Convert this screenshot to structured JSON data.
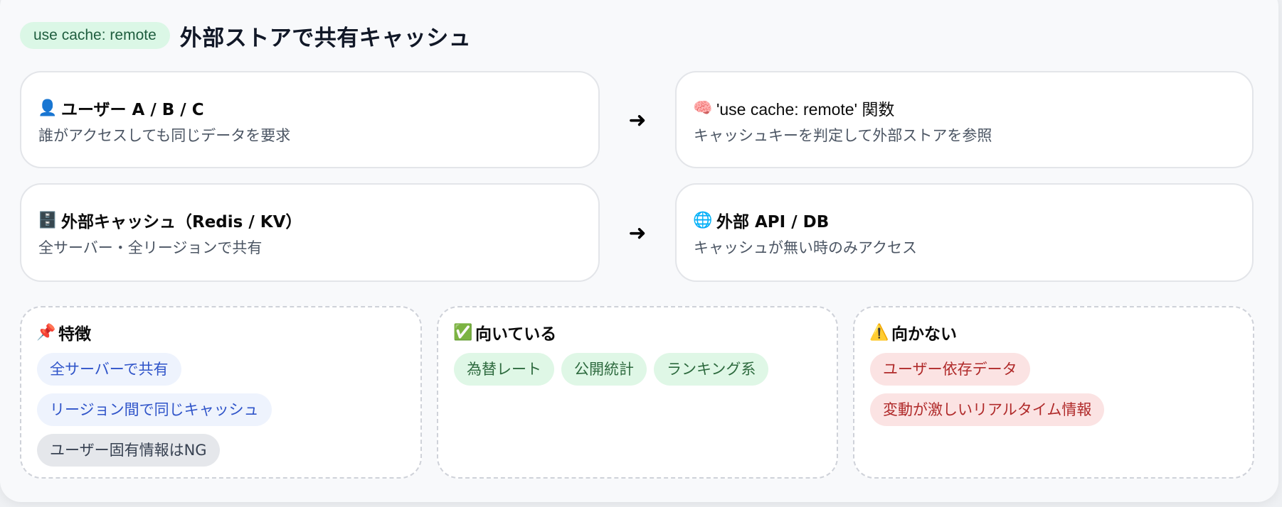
{
  "header": {
    "badge": "use cache: remote",
    "title": "外部ストアで共有キャッシュ"
  },
  "flow": {
    "arrow_glyph": "➜",
    "nodes": [
      {
        "icon": "user-icon",
        "icon_glyph": "👤",
        "title": "ユーザー A / B / C",
        "desc": "誰がアクセスしても同じデータを要求"
      },
      {
        "icon": "brain-icon",
        "icon_glyph": "🧠",
        "title": "'use cache: remote' 関数",
        "desc": "キャッシュキーを判定して外部ストアを参照"
      },
      {
        "icon": "file-cabinet-icon",
        "icon_glyph": "🗄️",
        "title": "外部キャッシュ（Redis / KV）",
        "desc": "全サーバー・全リージョンで共有"
      },
      {
        "icon": "globe-icon",
        "icon_glyph": "🌐",
        "title": "外部 API / DB",
        "desc": "キャッシュが無い時のみアクセス"
      }
    ]
  },
  "sections": [
    {
      "icon": "pushpin-icon",
      "icon_glyph": "📌",
      "title": "特徴",
      "pills": [
        {
          "label": "全サーバーで共有",
          "tone": "blue"
        },
        {
          "label": "リージョン間で同じキャッシュ",
          "tone": "blue"
        },
        {
          "label": "ユーザー固有情報はNG",
          "tone": "gray"
        }
      ]
    },
    {
      "icon": "check-mark-icon",
      "icon_glyph": "✅",
      "title": "向いている",
      "pills": [
        {
          "label": "為替レート",
          "tone": "green"
        },
        {
          "label": "公開統計",
          "tone": "green"
        },
        {
          "label": "ランキング系",
          "tone": "green"
        }
      ]
    },
    {
      "icon": "warning-icon",
      "icon_glyph": "⚠️",
      "title": "向かない",
      "pills": [
        {
          "label": "ユーザー依存データ",
          "tone": "red"
        },
        {
          "label": "変動が激しいリアルタイム情報",
          "tone": "red"
        }
      ]
    }
  ],
  "colors": {
    "badge_bg": "#dbf7e6",
    "badge_text": "#1f5e3f",
    "blue_pill_bg": "#eef3fd",
    "blue_pill_text": "#2f54c9",
    "gray_pill_bg": "#e5e7eb",
    "gray_pill_text": "#374151",
    "green_pill_bg": "#dff7e6",
    "green_pill_text": "#2d6a3e",
    "red_pill_bg": "#fbe3e3",
    "red_pill_text": "#b02a2a"
  }
}
